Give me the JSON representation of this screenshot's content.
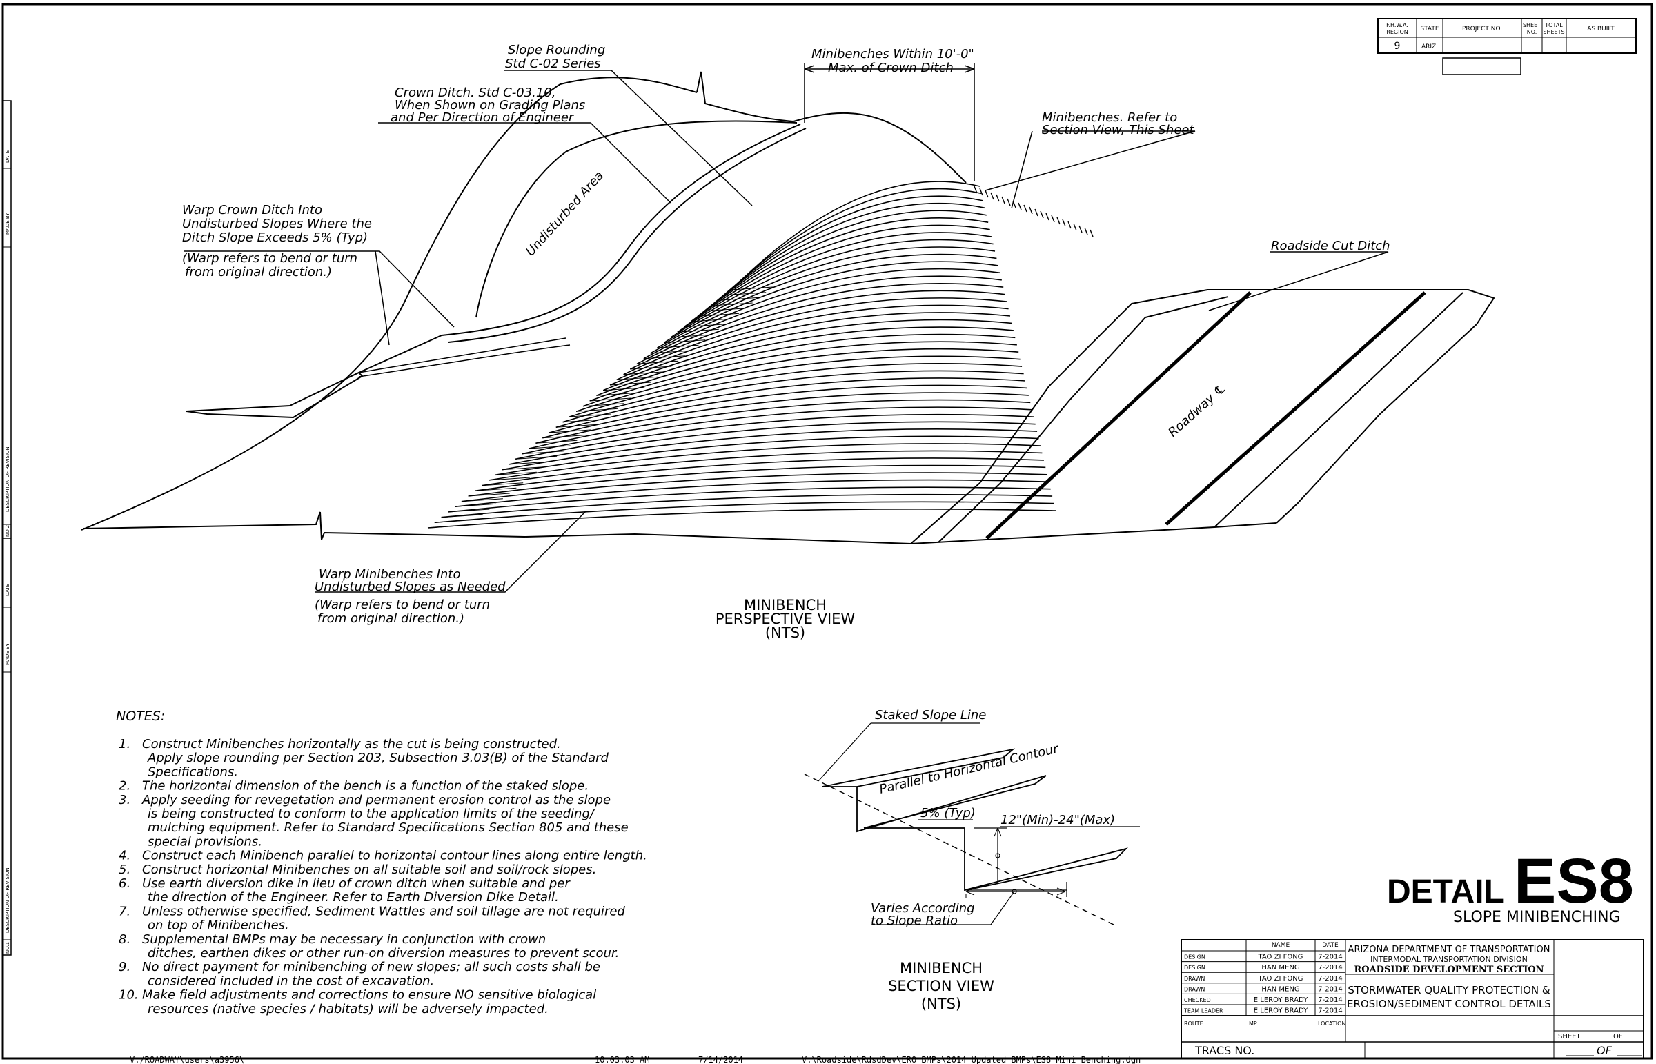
{
  "side_strip": {
    "block1": [
      "DATE",
      "MADE BY",
      "NO.2",
      "DESCRIPTION OF REVISION"
    ],
    "block2": [
      "DATE",
      "MADE BY",
      "NO.1",
      "DESCRIPTION OF REVISION"
    ]
  },
  "header_block": {
    "headers": [
      "F.H.W.A. REGION",
      "STATE",
      "PROJECT NO.",
      "SHEET NO.",
      "TOTAL SHEETS",
      "AS BUILT"
    ],
    "values": [
      "9",
      "ARIZ.",
      "",
      "",
      "",
      ""
    ]
  },
  "perspective": {
    "callouts": {
      "slope_rounding": [
        "Slope Rounding",
        "Std C-02 Series"
      ],
      "minibenches_within": [
        "Minibenches Within 10'-0\"",
        "Max. of Crown Ditch"
      ],
      "crown_ditch": [
        "Crown Ditch. Std C-03.10,",
        "When Shown on Grading Plans",
        "and Per Direction of Engineer"
      ],
      "minibenches_refer": [
        "Minibenches. Refer to",
        "Section View, This Sheet"
      ],
      "warp_crown": [
        "Warp Crown Ditch Into",
        "Undisturbed Slopes Where the",
        "Ditch Slope Exceeds 5% (Typ)"
      ],
      "warp_note1": [
        "(Warp refers to bend or turn",
        "from original direction.)"
      ],
      "roadside_cut_ditch": "Roadside Cut Ditch",
      "undisturbed_area": "Undisturbed Area",
      "roadway_cl": "Roadway ℄",
      "warp_minibenches": [
        "Warp Minibenches Into",
        "Undisturbed Slopes as Needed"
      ],
      "warp_note2": [
        "(Warp refers to bend or turn",
        "from original direction.)"
      ]
    },
    "title": [
      "MINIBENCH",
      "PERSPECTIVE VIEW",
      "(NTS)"
    ]
  },
  "notes": {
    "heading": "NOTES:",
    "lines": [
      {
        "num": "1.",
        "text": "Construct Minibenches horizontally as the cut is being constructed."
      },
      {
        "num": "",
        "text": "Apply slope rounding per Section 203, Subsection 3.03(B) of the Standard"
      },
      {
        "num": "",
        "text": "Specifications."
      },
      {
        "num": "2.",
        "text": "The horizontal dimension of the bench is a function of the staked slope."
      },
      {
        "num": "3.",
        "text": "Apply seeding for revegetation and permanent erosion control as the slope"
      },
      {
        "num": "",
        "text": "is being constructed to conform to the application limits of the seeding/"
      },
      {
        "num": "",
        "text": "mulching equipment. Refer to Standard Specifications Section 805 and these"
      },
      {
        "num": "",
        "text": "special provisions."
      },
      {
        "num": "4.",
        "text": "Construct each Minibench parallel to horizontal contour lines along entire length."
      },
      {
        "num": "5.",
        "text": "Construct horizontal Minibenches on all suitable soil and soil/rock slopes."
      },
      {
        "num": "6.",
        "text": "Use earth diversion dike in lieu of crown ditch when suitable and per"
      },
      {
        "num": "",
        "text": "the direction of the Engineer. Refer to Earth Diversion Dike Detail."
      },
      {
        "num": "7.",
        "text": "Unless otherwise specified, Sediment Wattles and soil tillage are not required"
      },
      {
        "num": "",
        "text": "on top of Minibenches."
      },
      {
        "num": "8.",
        "text": "Supplemental BMPs may be necessary in conjunction with crown"
      },
      {
        "num": "",
        "text": "ditches, earthen dikes or other run-on diversion measures to prevent scour."
      },
      {
        "num": "9.",
        "text": "No direct payment for minibenching of new slopes; all such costs shall be"
      },
      {
        "num": "",
        "text": "considered included in the cost of excavation."
      },
      {
        "num": "10.",
        "text": "Make field adjustments and corrections to ensure NO sensitive biological"
      },
      {
        "num": "",
        "text": "resources (native species / habitats) will be adversely impacted."
      }
    ]
  },
  "section": {
    "staked_slope_line": "Staked Slope Line",
    "parallel": "Parallel to Horizontal Contour",
    "slope_pct": "5% (Typ)",
    "height": "12\"(Min)-24\"(Max)",
    "varies": [
      "Varies According",
      "to Slope Ratio"
    ],
    "title": [
      "MINIBENCH",
      "SECTION VIEW",
      "(NTS)"
    ]
  },
  "detail": {
    "word": "DETAIL",
    "code": "ES8",
    "subtitle": "SLOPE MINIBENCHING"
  },
  "title_block": {
    "col_name": "NAME",
    "col_date": "DATE",
    "rows": [
      {
        "role": "DESIGN",
        "name": "TAO ZI FONG",
        "date": "7-2014"
      },
      {
        "role": "DESIGN",
        "name": "HAN MENG",
        "date": "7-2014"
      },
      {
        "role": "DRAWN",
        "name": "TAO ZI FONG",
        "date": "7-2014"
      },
      {
        "role": "DRAWN",
        "name": "HAN MENG",
        "date": "7-2014"
      },
      {
        "role": "CHECKED",
        "name": "E LEROY BRADY",
        "date": "7-2014"
      },
      {
        "role": "TEAM LEADER",
        "name": "E LEROY BRADY",
        "date": "7-2014"
      }
    ],
    "route": "ROUTE",
    "mp": "MP",
    "location": "LOCATION",
    "agency": [
      "ARIZONA DEPARTMENT OF TRANSPORTATION",
      "INTERMODAL TRANSPORTATION DIVISION",
      "ROADSIDE DEVELOPMENT SECTION"
    ],
    "drawing_title": [
      "STORMWATER QUALITY PROTECTION &",
      "EROSION/SEDIMENT CONTROL DETAILS"
    ],
    "tracs": "TRACS NO.",
    "sheet": "SHEET",
    "of": "OF",
    "of_fill": "OF"
  },
  "footer": {
    "path1": "V:/ROADWAY\\users\\a3956\\",
    "time": "10:03:03 AM",
    "date": "7/14/2014",
    "path2": "V:\\Roadside\\RdsdDev\\ERO_BMPs\\2014_Updated_BMPs\\ES8_Mini_Benching.dgn"
  }
}
